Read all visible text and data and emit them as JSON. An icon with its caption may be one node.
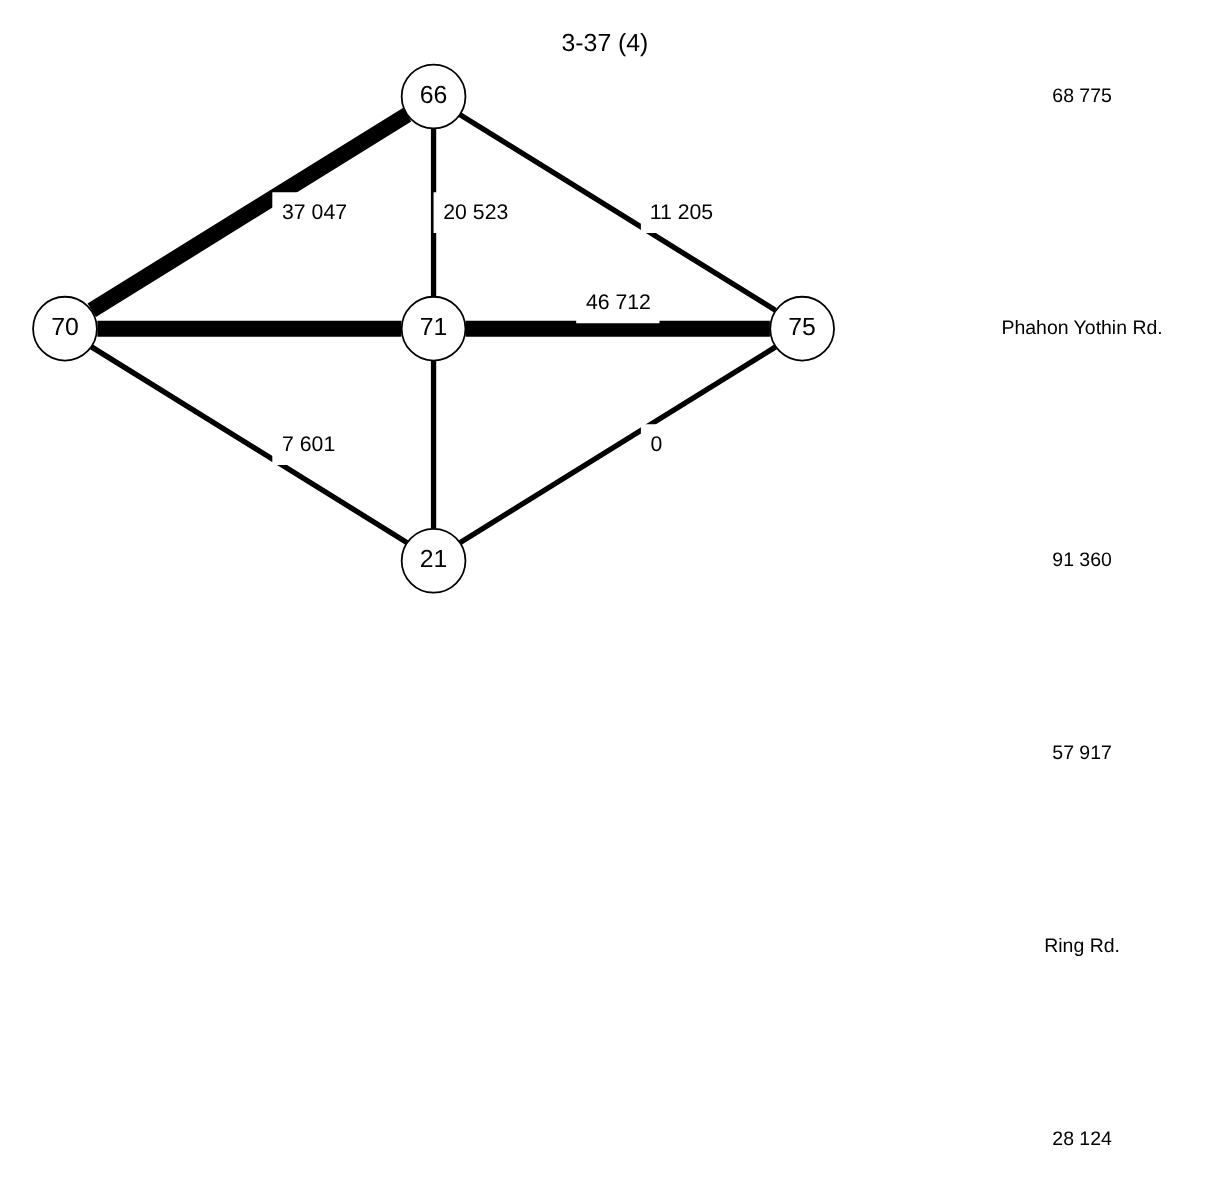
{
  "diagram": {
    "title": "3-37 (4)",
    "nodes": [
      {
        "text": [
          "66"
        ]
      },
      {
        "text": [
          "70"
        ]
      },
      {
        "text": [
          "71"
        ]
      },
      {
        "text": [
          "75"
        ]
      },
      {
        "text": [
          "21"
        ]
      }
    ],
    "edges": [
      {
        "from": 0,
        "to": 1,
        "arrow": "none",
        "label": "37 047",
        "style": "thick"
      },
      {
        "from": 0,
        "to": 2,
        "arrow": "none",
        "label": "20 523"
      },
      {
        "from": 0,
        "to": 3,
        "arrow": "none",
        "label": "11 205"
      },
      {
        "from": 1,
        "to": 2,
        "arrow": "none",
        "style": "thick"
      },
      {
        "from": 2,
        "to": 3,
        "arrow": "none",
        "label": "46 712",
        "style": "thick"
      },
      {
        "from": 1,
        "to": 4,
        "arrow": "none",
        "label": "7 601"
      },
      {
        "from": 3,
        "to": 4,
        "arrow": "none",
        "label": "0"
      },
      {
        "from": 2,
        "to": 4,
        "arrow": "none"
      }
    ],
    "labels": [
      "68 775",
      "Phahon Yothin Rd.",
      "91 360",
      "57 917",
      "Ring Rd.",
      "28 124"
    ]
  }
}
